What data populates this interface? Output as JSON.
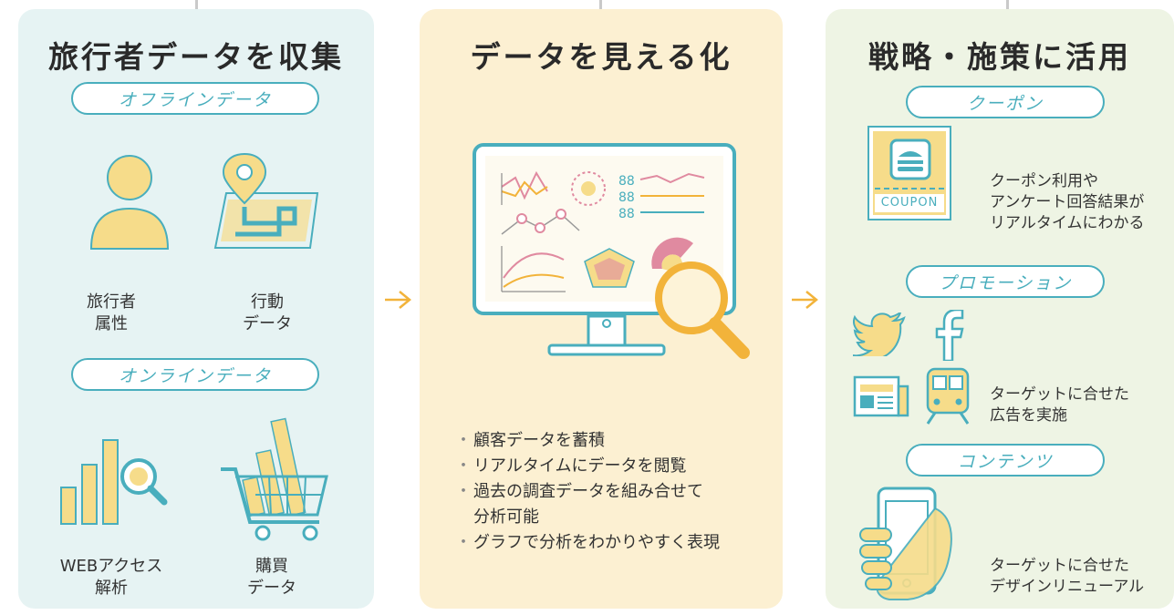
{
  "col1": {
    "title": "旅行者データを収集",
    "offline_pill": "オフラインデータ",
    "online_pill": "オンラインデータ",
    "traveler_label": [
      "旅行者",
      "属性"
    ],
    "behavior_label": [
      "行動",
      "データ"
    ],
    "web_label": [
      "WEBアクセス",
      "解析"
    ],
    "purchase_label": [
      "購買",
      "データ"
    ]
  },
  "col2": {
    "title": "データを見える化",
    "bullets": [
      "顧客データを蓄積",
      "リアルタイムにデータを閲覧",
      "過去の調査データを組み合せて",
      "分析可能",
      "グラフで分析をわかりやすく表現"
    ]
  },
  "col3": {
    "title": "戦略・施策に活用",
    "coupon_pill": "クーポン",
    "coupon_text": "COUPON",
    "coupon_desc": [
      "クーポン利用や",
      "アンケート回答結果が",
      "リアルタイムにわかる"
    ],
    "promotion_pill": "プロモーション",
    "promotion_desc": [
      "ターゲットに合せた",
      "広告を実施"
    ],
    "contents_pill": "コンテンツ",
    "contents_desc": [
      "ターゲットに合せた",
      "デザインリニューアル"
    ]
  },
  "colors": {
    "accent": "#49aebd",
    "yellow": "#f6dc8a",
    "panel_blue": "#e6f3f3",
    "panel_yellow": "#fcf0d2",
    "panel_green": "#eef4e4",
    "arrow": "#f2b33a"
  }
}
